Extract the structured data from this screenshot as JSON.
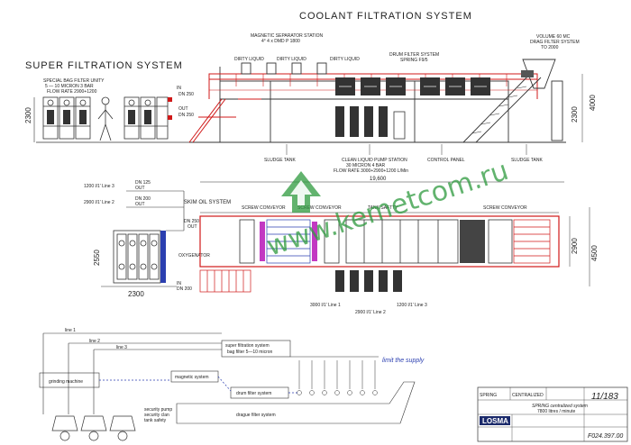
{
  "titles": {
    "coolant": "COOLANT  FILTRATION  SYSTEM",
    "super": "SUPER  FILTRATION  SYSTEM"
  },
  "super_labels": {
    "bag_filter_1": "SPECIAL BAG FILTER UNITY",
    "bag_filter_2": "5 — 10 MICRON  3 BAR",
    "bag_filter_3": "FLOW RATE  2900+1200",
    "in": "IN",
    "dn250_in": "DN 250",
    "out": "OUT",
    "dn250_out": "DN 250",
    "height": "2300"
  },
  "top_labels": {
    "magnetic_1": "MAGNETIC SEPARATOR STATION",
    "magnetic_2": "4° 4 x DMD P 1800",
    "dirty_liquid": "DIRTY LIQUID",
    "drum_1": "DRUM FILTER SYSTEM",
    "drum_2": "SPRING F9/5",
    "volume_1": "VOLUME 60 MC",
    "volume_2": "DRAG FILTER SYSTEM",
    "volume_3": "TO 2000",
    "sludge_tank": "SLUDGE TANK",
    "clean_1": "CLEAN LIQUID PUMP STATION",
    "clean_2": "30 MICRON 4 BAR",
    "clean_3": "FLOW RATE 3000+2900+1200 L/Min",
    "control_panel": "CONTROL PANEL",
    "width": "19,600",
    "h_2300": "2300",
    "h_4000": "4000"
  },
  "plan_labels": {
    "line3": "1200 l/1' Line 3",
    "line2": "2900 l/1' Line 2",
    "dn125": "DN 125",
    "out": "OUT",
    "dn200": "DN 200",
    "dn250": "DN 250",
    "skim_oil": "SKIM OIL SYSTEM",
    "screw_conveyor": "SCREW CONVEYOR",
    "tank_safety": "TANK SAFTTY",
    "oxygenator": "OXYGENATOR",
    "in": "IN",
    "dn200_in": "DN 200",
    "h_2550": "2550",
    "w_2300": "2300",
    "line1": "3000 l/1' Line 1",
    "line3b": "1200 l/1' Line 3",
    "line2b": "2900 l/1' Line 2",
    "h_2900": "2900",
    "h_4500": "4500"
  },
  "watermark": "www.kemetcom.ru",
  "schematic": {
    "line1": "line 1",
    "line2": "line 2",
    "line3": "line 3",
    "super_1": "super filtration system",
    "super_2": "bag filter 5—10 micron",
    "limit": "limit the supply",
    "grinding": "grinding machine",
    "magnetic": "magnetic system",
    "drum": "drum filter system",
    "security_1": "security pump",
    "security_2": "security clan",
    "security_3": "tank safety",
    "drague": "drague filter system"
  },
  "title_block": {
    "sheet": "11/183",
    "code": "F024.397.00",
    "brand": "LOSMA",
    "desc_1": "SPRING centralized system",
    "desc_2": "7800 litres / minute",
    "cell_a": "SPRING",
    "cell_b": "CENTRALIZED"
  }
}
